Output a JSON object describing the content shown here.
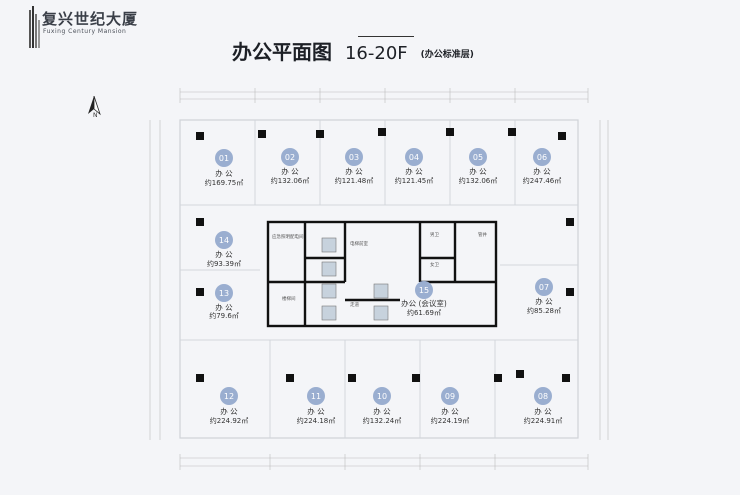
{
  "brand": {
    "name_cn": "复兴世纪大厦",
    "name_en": "Fuxing Century Mansion"
  },
  "title": {
    "main": "办公平面图",
    "floors": "16-20F",
    "sub": "(办公标准层)"
  },
  "compass": {
    "label": "N"
  },
  "units": [
    {
      "num": "01",
      "label": "办 公",
      "area": "约169.75㎡"
    },
    {
      "num": "02",
      "label": "办 公",
      "area": "约132.06㎡"
    },
    {
      "num": "03",
      "label": "办 公",
      "area": "约121.48㎡"
    },
    {
      "num": "04",
      "label": "办 公",
      "area": "约121.45㎡"
    },
    {
      "num": "05",
      "label": "办 公",
      "area": "约132.06㎡"
    },
    {
      "num": "06",
      "label": "办 公",
      "area": "约247.46㎡"
    },
    {
      "num": "07",
      "label": "办 公",
      "area": "约85.28㎡"
    },
    {
      "num": "08",
      "label": "办 公",
      "area": "约224.91㎡"
    },
    {
      "num": "09",
      "label": "办 公",
      "area": "约224.19㎡"
    },
    {
      "num": "10",
      "label": "办 公",
      "area": "约132.24㎡"
    },
    {
      "num": "11",
      "label": "办 公",
      "area": "约224.18㎡"
    },
    {
      "num": "12",
      "label": "办 公",
      "area": "约224.92㎡"
    },
    {
      "num": "13",
      "label": "办 公",
      "area": "约79.6㎡"
    },
    {
      "num": "14",
      "label": "办 公",
      "area": "约93.39㎡"
    },
    {
      "num": "15",
      "label": "办公 (会议室)",
      "area": "约61.69㎡"
    }
  ],
  "core_labels": {
    "aux_room": "应急照明配电间",
    "elevator_hall": "电梯前室",
    "corridor": "走道",
    "well": "管井",
    "toilet_m": "男卫",
    "toilet_f": "女卫",
    "stair": "楼梯间"
  }
}
